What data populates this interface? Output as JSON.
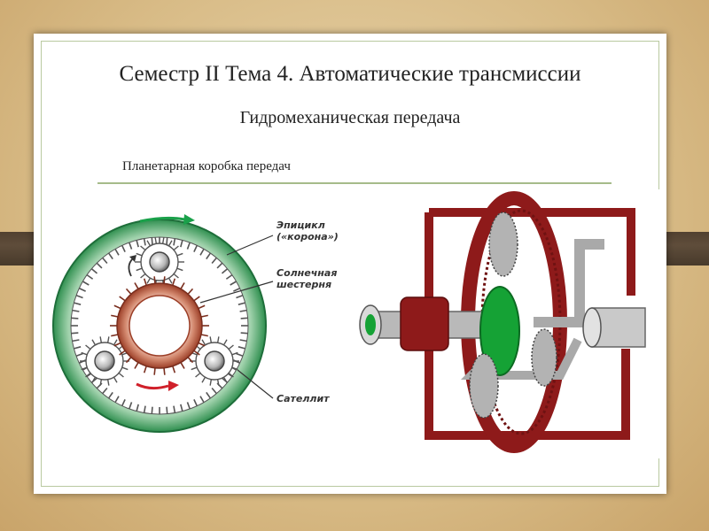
{
  "slide": {
    "title": "Семестр II Тема 4. Автоматические трансмиссии",
    "subtitle": "Гидромеханическая передача",
    "body": "Планетарная коробка передач"
  },
  "figure_left": {
    "labels": {
      "epicycle_line1": "Эпицикл",
      "epicycle_line2": "(«корона»)",
      "sun_line1": "Солнечная",
      "sun_line2": "шестерня",
      "satellite": "Сателлит"
    }
  },
  "colors": {
    "ring_green": "#2f8f4f",
    "sun_brown": "#b4563c",
    "gear_red": "#8e1a1a",
    "accent_green": "#15a235"
  }
}
